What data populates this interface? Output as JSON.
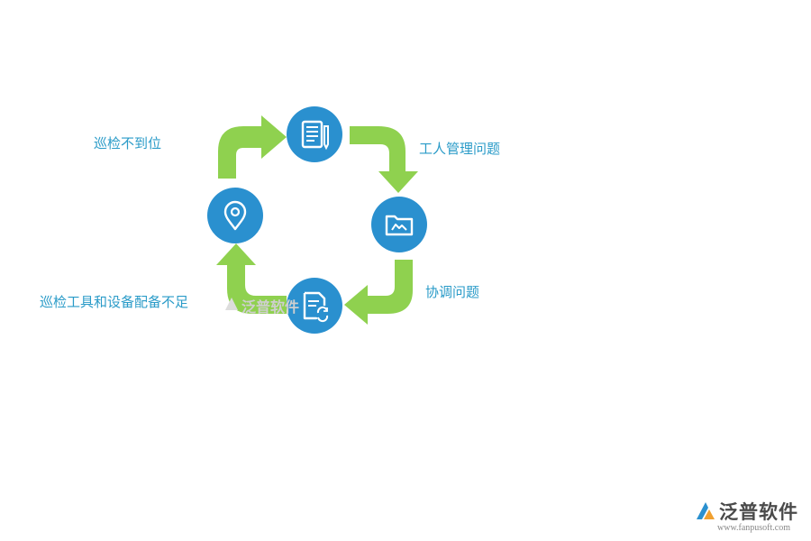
{
  "labels": {
    "top_left": "巡检不到位",
    "top_right": "工人管理问题",
    "bottom_right": "协调问题",
    "bottom_left": "巡检工具和设备配备不足"
  },
  "watermark": "泛普软件",
  "logo": {
    "name": "泛普软件",
    "url": "www.fanpusoft.com"
  },
  "colors": {
    "node": "#2a90cf",
    "arrow": "#8fd14f",
    "label": "#2a9bc8"
  },
  "icons": [
    "document-pen-icon",
    "folder-icon",
    "refresh-document-icon",
    "location-pin-icon"
  ]
}
